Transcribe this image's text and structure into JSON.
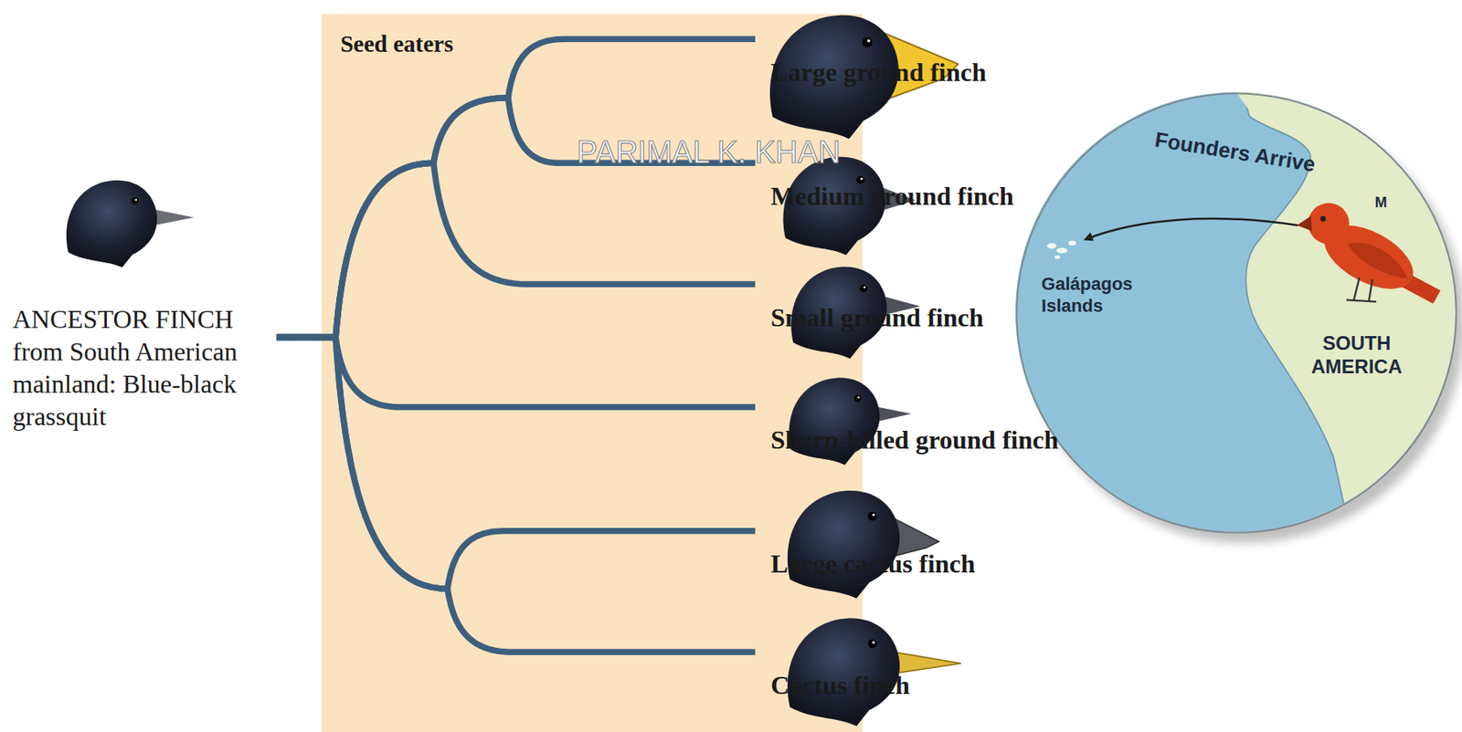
{
  "diagram": {
    "nodes": [
      {
        "text": [
          "ANCESTOR FINCH from South American mainland: Blue-black grassquit"
        ]
      },
      {
        "text": [
          "Seed eaters"
        ]
      },
      {
        "text": [
          "Large ground finch"
        ],
        "in": 1
      },
      {
        "text": [
          "Medium ground finch"
        ],
        "in": 1
      },
      {
        "text": [
          "Small ground finch"
        ],
        "in": 1
      },
      {
        "text": [
          "Sharp-billed ground finch"
        ],
        "in": 1
      },
      {
        "text": [
          "Large cactus finch"
        ],
        "in": 1
      },
      {
        "text": [
          "Cactus finch"
        ],
        "in": 1
      },
      {
        "text": [
          "Founders Arrive",
          "M",
          "Galápagos Islands",
          "SOUTH AMERICA"
        ]
      }
    ],
    "edges": [
      {
        "from": 0,
        "to": 2,
        "arrow": "none"
      },
      {
        "from": 0,
        "to": 3,
        "arrow": "none"
      },
      {
        "from": 0,
        "to": 4,
        "arrow": "none"
      },
      {
        "from": 0,
        "to": 5,
        "arrow": "none"
      },
      {
        "from": 0,
        "to": 6,
        "arrow": "none"
      },
      {
        "from": 0,
        "to": 7,
        "arrow": "none"
      }
    ],
    "labels": [
      "PARIMAL K. KHAN"
    ]
  }
}
